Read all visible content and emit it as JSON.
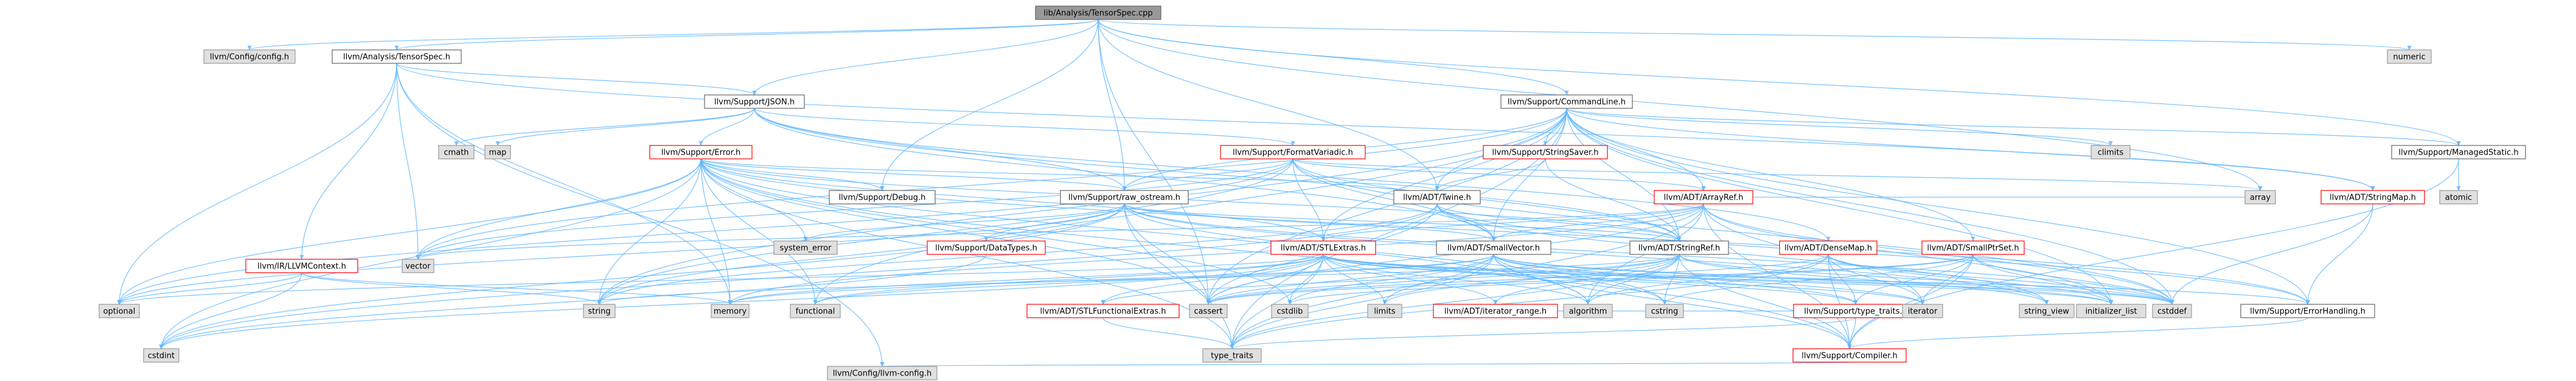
{
  "colors": {
    "edge": "#63b8ff",
    "root_fill": "#999999",
    "red_border": "#ff0000",
    "normal_border": "#666666",
    "external_border": "#999999",
    "external_fill": "#e0e0e0",
    "text": "#000000"
  },
  "nodes": [
    {
      "id": "root",
      "label": "lib/Analysis/TensorSpec.cpp",
      "kind": "root"
    },
    {
      "id": "configh",
      "label": "llvm/Config/config.h",
      "kind": "external"
    },
    {
      "id": "tensorspec",
      "label": "llvm/Analysis/TensorSpec.h",
      "kind": "normal"
    },
    {
      "id": "numeric",
      "label": "numeric",
      "kind": "external"
    },
    {
      "id": "cmdline",
      "label": "llvm/Support/CommandLine.h",
      "kind": "normal"
    },
    {
      "id": "json",
      "label": "llvm/Support/JSON.h",
      "kind": "normal"
    },
    {
      "id": "managedstatic",
      "label": "llvm/Support/ManagedStatic.h",
      "kind": "normal"
    },
    {
      "id": "cmath",
      "label": "cmath",
      "kind": "external"
    },
    {
      "id": "map",
      "label": "map",
      "kind": "external"
    },
    {
      "id": "climits",
      "label": "climits",
      "kind": "external"
    },
    {
      "id": "atomic",
      "label": "atomic",
      "kind": "external"
    },
    {
      "id": "error",
      "label": "llvm/Support/Error.h",
      "kind": "red"
    },
    {
      "id": "formatvariadic",
      "label": "llvm/Support/FormatVariadic.h",
      "kind": "red"
    },
    {
      "id": "stringsaver",
      "label": "llvm/Support/StringSaver.h",
      "kind": "red"
    },
    {
      "id": "stringmap",
      "label": "llvm/ADT/StringMap.h",
      "kind": "red"
    },
    {
      "id": "debug",
      "label": "llvm/Support/Debug.h",
      "kind": "normal"
    },
    {
      "id": "rawostream",
      "label": "llvm/Support/raw_ostream.h",
      "kind": "normal"
    },
    {
      "id": "twine",
      "label": "llvm/ADT/Twine.h",
      "kind": "normal"
    },
    {
      "id": "arrayref",
      "label": "llvm/ADT/ArrayRef.h",
      "kind": "red"
    },
    {
      "id": "array",
      "label": "array",
      "kind": "external"
    },
    {
      "id": "llvmcontext",
      "label": "llvm/IR/LLVMContext.h",
      "kind": "red"
    },
    {
      "id": "vector",
      "label": "vector",
      "kind": "external"
    },
    {
      "id": "systemerror",
      "label": "system_error",
      "kind": "external"
    },
    {
      "id": "datatypes",
      "label": "llvm/Support/DataTypes.h",
      "kind": "red"
    },
    {
      "id": "stlextras",
      "label": "llvm/ADT/STLExtras.h",
      "kind": "red"
    },
    {
      "id": "smallvector",
      "label": "llvm/ADT/SmallVector.h",
      "kind": "normal"
    },
    {
      "id": "stringref",
      "label": "llvm/ADT/StringRef.h",
      "kind": "normal"
    },
    {
      "id": "densemap",
      "label": "llvm/ADT/DenseMap.h",
      "kind": "red"
    },
    {
      "id": "smallptrset",
      "label": "llvm/ADT/SmallPtrSet.h",
      "kind": "red"
    },
    {
      "id": "optional",
      "label": "optional",
      "kind": "external"
    },
    {
      "id": "string",
      "label": "string",
      "kind": "external"
    },
    {
      "id": "memory",
      "label": "memory",
      "kind": "external"
    },
    {
      "id": "functional",
      "label": "functional",
      "kind": "external"
    },
    {
      "id": "stlfunctional",
      "label": "llvm/ADT/STLFunctionalExtras.h",
      "kind": "red"
    },
    {
      "id": "cassert",
      "label": "cassert",
      "kind": "external"
    },
    {
      "id": "cstdlib",
      "label": "cstdlib",
      "kind": "external"
    },
    {
      "id": "limits",
      "label": "limits",
      "kind": "external"
    },
    {
      "id": "iteratorrange",
      "label": "llvm/ADT/iterator_range.h",
      "kind": "red"
    },
    {
      "id": "algorithm",
      "label": "algorithm",
      "kind": "external"
    },
    {
      "id": "cstring",
      "label": "cstring",
      "kind": "external"
    },
    {
      "id": "typetraitsh",
      "label": "llvm/Support/type_traits.h",
      "kind": "red"
    },
    {
      "id": "iterator",
      "label": "iterator",
      "kind": "external"
    },
    {
      "id": "stringview",
      "label": "string_view",
      "kind": "external"
    },
    {
      "id": "initlist",
      "label": "initializer_list",
      "kind": "external"
    },
    {
      "id": "cstddef",
      "label": "cstddef",
      "kind": "external"
    },
    {
      "id": "errorhandling",
      "label": "llvm/Support/ErrorHandling.h",
      "kind": "normal"
    },
    {
      "id": "cstdint",
      "label": "cstdint",
      "kind": "external"
    },
    {
      "id": "typetraits",
      "label": "type_traits",
      "kind": "external"
    },
    {
      "id": "compiler",
      "label": "llvm/Support/Compiler.h",
      "kind": "red"
    },
    {
      "id": "llvmconfig",
      "label": "llvm/Config/llvm-config.h",
      "kind": "external"
    }
  ],
  "edges": [
    [
      "root",
      "configh"
    ],
    [
      "root",
      "tensorspec"
    ],
    [
      "root",
      "numeric"
    ],
    [
      "root",
      "cmdline"
    ],
    [
      "root",
      "json"
    ],
    [
      "root",
      "managedstatic"
    ],
    [
      "root",
      "debug"
    ],
    [
      "root",
      "rawostream"
    ],
    [
      "root",
      "twine"
    ],
    [
      "root",
      "array"
    ],
    [
      "root",
      "cassert"
    ],
    [
      "tensorspec",
      "json"
    ],
    [
      "tensorspec",
      "stringmap"
    ],
    [
      "tensorspec",
      "llvmcontext"
    ],
    [
      "tensorspec",
      "optional"
    ],
    [
      "tensorspec",
      "vector"
    ],
    [
      "tensorspec",
      "memory"
    ],
    [
      "tensorspec",
      "llvmconfig"
    ],
    [
      "cmdline",
      "stringsaver"
    ],
    [
      "cmdline",
      "twine"
    ],
    [
      "cmdline",
      "arrayref"
    ],
    [
      "cmdline",
      "stringmap"
    ],
    [
      "cmdline",
      "smallvector"
    ],
    [
      "cmdline",
      "stringref"
    ],
    [
      "cmdline",
      "smallptrset"
    ],
    [
      "cmdline",
      "stlextras"
    ],
    [
      "cmdline",
      "managedstatic"
    ],
    [
      "cmdline",
      "climits"
    ],
    [
      "cmdline",
      "cassert"
    ],
    [
      "cmdline",
      "cstddef"
    ],
    [
      "cmdline",
      "functional"
    ],
    [
      "cmdline",
      "initlist"
    ],
    [
      "cmdline",
      "string"
    ],
    [
      "cmdline",
      "typetraits"
    ],
    [
      "cmdline",
      "vector"
    ],
    [
      "cmdline",
      "errorhandling"
    ],
    [
      "cmdline",
      "rawostream"
    ],
    [
      "json",
      "cmath"
    ],
    [
      "json",
      "map"
    ],
    [
      "json",
      "error"
    ],
    [
      "json",
      "formatvariadic"
    ],
    [
      "json",
      "rawostream"
    ],
    [
      "json",
      "stringref"
    ],
    [
      "json",
      "densemap"
    ],
    [
      "json",
      "smallvector"
    ],
    [
      "managedstatic",
      "atomic"
    ],
    [
      "managedstatic",
      "compiler"
    ],
    [
      "error",
      "debug"
    ],
    [
      "error",
      "rawostream"
    ],
    [
      "error",
      "errorhandling"
    ],
    [
      "error",
      "systemerror"
    ],
    [
      "error",
      "string"
    ],
    [
      "error",
      "vector"
    ],
    [
      "error",
      "optional"
    ],
    [
      "error",
      "memory"
    ],
    [
      "error",
      "functional"
    ],
    [
      "error",
      "cassert"
    ],
    [
      "error",
      "typetraits"
    ],
    [
      "error",
      "cstdint"
    ],
    [
      "error",
      "twine"
    ],
    [
      "error",
      "stlextras"
    ],
    [
      "error",
      "stringref"
    ],
    [
      "error",
      "compiler"
    ],
    [
      "error",
      "cstdlib"
    ],
    [
      "error",
      "algorithm"
    ],
    [
      "formatvariadic",
      "arrayref"
    ],
    [
      "formatvariadic",
      "stlextras"
    ],
    [
      "formatvariadic",
      "smallvector"
    ],
    [
      "formatvariadic",
      "stringref"
    ],
    [
      "formatvariadic",
      "rawostream"
    ],
    [
      "formatvariadic",
      "optional"
    ],
    [
      "formatvariadic",
      "array"
    ],
    [
      "formatvariadic",
      "cstddef"
    ],
    [
      "formatvariadic",
      "string"
    ],
    [
      "formatvariadic",
      "vector"
    ],
    [
      "stringsaver",
      "stringref"
    ],
    [
      "stringsaver",
      "twine"
    ],
    [
      "stringmap",
      "cstddef"
    ],
    [
      "stringmap",
      "errorhandling"
    ],
    [
      "rawostream",
      "stringref"
    ],
    [
      "rawostream",
      "datatypes"
    ],
    [
      "rawostream",
      "cassert"
    ],
    [
      "rawostream",
      "cstddef"
    ],
    [
      "rawostream",
      "cstdint"
    ],
    [
      "rawostream",
      "cstring"
    ],
    [
      "rawostream",
      "optional"
    ],
    [
      "rawostream",
      "string"
    ],
    [
      "rawostream",
      "stringview"
    ],
    [
      "rawostream",
      "systemerror"
    ],
    [
      "rawostream",
      "typetraits"
    ],
    [
      "rawostream",
      "smallvector"
    ],
    [
      "twine",
      "smallvector"
    ],
    [
      "twine",
      "stringref"
    ],
    [
      "twine",
      "errorhandling"
    ],
    [
      "twine",
      "cassert"
    ],
    [
      "twine",
      "cstdint"
    ],
    [
      "twine",
      "string"
    ],
    [
      "twine",
      "stringview"
    ],
    [
      "arrayref",
      "smallvector"
    ],
    [
      "arrayref",
      "stlextras"
    ],
    [
      "arrayref",
      "compiler"
    ],
    [
      "arrayref",
      "algorithm"
    ],
    [
      "arrayref",
      "array"
    ],
    [
      "arrayref",
      "cassert"
    ],
    [
      "arrayref",
      "cstddef"
    ],
    [
      "arrayref",
      "initlist"
    ],
    [
      "arrayref",
      "iterator"
    ],
    [
      "arrayref",
      "memory"
    ],
    [
      "arrayref",
      "typetraits"
    ],
    [
      "arrayref",
      "vector"
    ],
    [
      "llvmcontext",
      "string"
    ],
    [
      "llvmcontext",
      "optional"
    ],
    [
      "llvmcontext",
      "memory"
    ],
    [
      "llvmcontext",
      "cstdint"
    ],
    [
      "stlextras",
      "stlfunctional"
    ],
    [
      "stlextras",
      "iteratorrange"
    ],
    [
      "stlextras",
      "typetraitsh"
    ],
    [
      "stlextras",
      "errorhandling"
    ],
    [
      "stlextras",
      "algorithm"
    ],
    [
      "stlextras",
      "cassert"
    ],
    [
      "stlextras",
      "cstddef"
    ],
    [
      "stlextras",
      "cstdint"
    ],
    [
      "stlextras",
      "cstdlib"
    ],
    [
      "stlextras",
      "functional"
    ],
    [
      "stlextras",
      "initlist"
    ],
    [
      "stlextras",
      "iterator"
    ],
    [
      "stlextras",
      "limits"
    ],
    [
      "stlextras",
      "memory"
    ],
    [
      "stlextras",
      "optional"
    ],
    [
      "stlextras",
      "typetraits"
    ],
    [
      "smallvector",
      "compiler"
    ],
    [
      "smallvector",
      "typetraitsh"
    ],
    [
      "smallvector",
      "algorithm"
    ],
    [
      "smallvector",
      "cassert"
    ],
    [
      "smallvector",
      "cstddef"
    ],
    [
      "smallvector",
      "cstdlib"
    ],
    [
      "smallvector",
      "cstring"
    ],
    [
      "smallvector",
      "functional"
    ],
    [
      "smallvector",
      "initlist"
    ],
    [
      "smallvector",
      "iterator"
    ],
    [
      "smallvector",
      "limits"
    ],
    [
      "smallvector",
      "memory"
    ],
    [
      "smallvector",
      "new"
    ],
    [
      "smallvector",
      "typetraits"
    ],
    [
      "stringref",
      "stlfunctional"
    ],
    [
      "stringref",
      "iteratorrange"
    ],
    [
      "stringref",
      "compiler"
    ],
    [
      "stringref",
      "algorithm"
    ],
    [
      "stringref",
      "cassert"
    ],
    [
      "stringref",
      "cstddef"
    ],
    [
      "stringref",
      "cstring"
    ],
    [
      "stringref",
      "limits"
    ],
    [
      "stringref",
      "string"
    ],
    [
      "stringref",
      "stringview"
    ],
    [
      "stringref",
      "typetraits"
    ],
    [
      "densemap",
      "compiler"
    ],
    [
      "densemap",
      "typetraitsh"
    ],
    [
      "densemap",
      "algorithm"
    ],
    [
      "densemap",
      "cassert"
    ],
    [
      "densemap",
      "cstddef"
    ],
    [
      "densemap",
      "initlist"
    ],
    [
      "densemap",
      "iterator"
    ],
    [
      "densemap",
      "typetraits"
    ],
    [
      "smallptrset",
      "compiler"
    ],
    [
      "smallptrset",
      "typetraitsh"
    ],
    [
      "smallptrset",
      "cassert"
    ],
    [
      "smallptrset",
      "cstddef"
    ],
    [
      "smallptrset",
      "cstdlib"
    ],
    [
      "smallptrset",
      "cstring"
    ],
    [
      "smallptrset",
      "initlist"
    ],
    [
      "smallptrset",
      "iterator"
    ],
    [
      "stlfunctional",
      "typetraits"
    ],
    [
      "iteratorrange",
      "iterator"
    ],
    [
      "typetraitsh",
      "typetraits"
    ],
    [
      "typetraitsh",
      "compiler"
    ],
    [
      "errorhandling",
      "compiler"
    ],
    [
      "compiler",
      "llvmconfig"
    ],
    [
      "datatypes",
      "cstdint"
    ]
  ]
}
